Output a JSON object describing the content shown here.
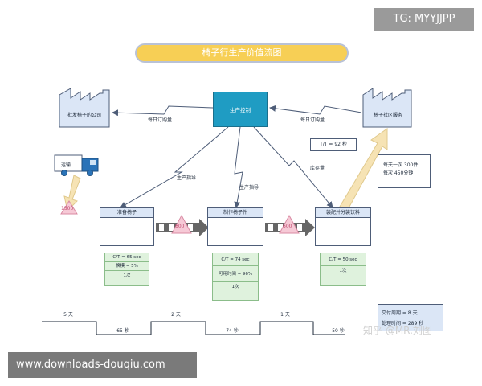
{
  "watermarks": {
    "top": "TG: MYYJJPP",
    "bottom": "www.downloads-douqiu.com",
    "zhihu": "知乎 @MR.刘图"
  },
  "title": "椅子行生产价值流图",
  "supplier": {
    "label": "批发椅子的公司"
  },
  "customer": {
    "label": "椅子社区服务"
  },
  "control": {
    "label": "生产控制"
  },
  "order_flows": {
    "left": "每日订购量",
    "right": "每日订购量"
  },
  "instructions": {
    "a": "生产指导",
    "b": "生产指导",
    "inventory": "库存量"
  },
  "transport": {
    "label": "运输"
  },
  "tt_box": "T/T = 92 秒",
  "customer_info": {
    "line1": "每天一次 300件",
    "line2": "每次 450分钟"
  },
  "inventory_triangle": {
    "left_value": "1500"
  },
  "processes": [
    {
      "name": "准备椅子",
      "data": [
        "C/T = 65 sec",
        "换模 = 5%",
        "1次"
      ]
    },
    {
      "name": "制作椅子件",
      "data": [
        "C/T = 74 sec",
        "可用时间 = 96%",
        "1次"
      ]
    },
    {
      "name": "装配并分装饮料",
      "data": [
        "C/T = 50 sec",
        "1次"
      ]
    }
  ],
  "inventory_between": [
    "600",
    "600"
  ],
  "timeline": {
    "waits": [
      "5 天",
      "2 天",
      "1 天"
    ],
    "process_times": [
      "65 秒",
      "74 秒",
      "50 秒"
    ]
  },
  "summary": {
    "lead_time": "交付周期 = 8 天",
    "process_time": "处理时间 = 289 秒"
  },
  "colors": {
    "banner": "#f7cf55",
    "control": "#1f9cc3",
    "factory": "#dbe6f6",
    "data": "#dff2dd",
    "arrow_cream": "#f6e3b4",
    "push_arrow": "#555555"
  }
}
